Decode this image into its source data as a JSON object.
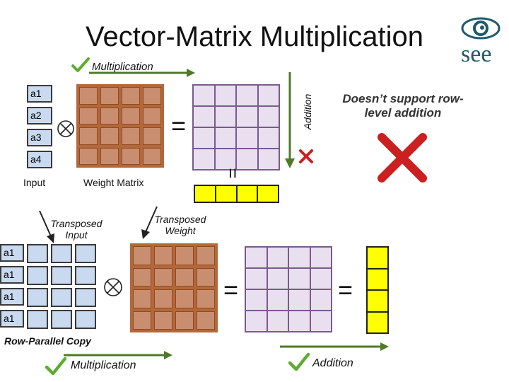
{
  "title": "Vector-Matrix Multiplication",
  "logo": {
    "text": "see",
    "icon": "eye-swirl-icon",
    "color": "#1f5a6b"
  },
  "top": {
    "multiplication_label": "Multiplication",
    "addition_label": "Addition",
    "input_cells": [
      "a1",
      "a2",
      "a3",
      "a4"
    ],
    "input_label": "Input",
    "weight_label": "Weight Matrix",
    "equals": "=",
    "unsupported_note": "Doesn’t support row-level addition"
  },
  "bottom": {
    "transposed_input_label": "Transposed Input",
    "transposed_weight_label": "Transposed Weight",
    "copy_cells": [
      "a1",
      "a1",
      "a1",
      "a1"
    ],
    "row_parallel_label": "Row-Parallel Copy",
    "multiplication_label": "Multiplication",
    "addition_label": "Addition",
    "equals": "="
  },
  "colors": {
    "input_fill": "#c9daf0",
    "weight_fill": "#b4683a",
    "weight_inner": "#c98e70",
    "output_fill": "#e8e0ef",
    "output_border": "#7a5a8c",
    "result_fill": "#ffff00",
    "arrow_green": "#4f7a28",
    "check_green": "#5cad2d",
    "cross_red": "#cc1f1f"
  }
}
